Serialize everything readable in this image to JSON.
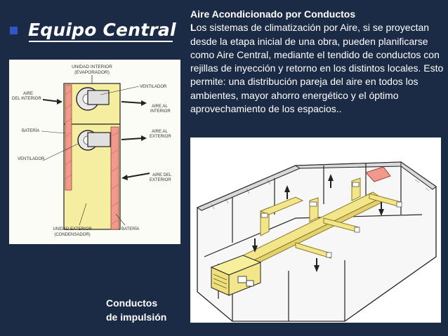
{
  "slide": {
    "title": "Equipo Central",
    "heading": "Aire Acondicionado por Conductos",
    "lead_letter": "L",
    "body": "os sistemas de climatización por Aire, si se proyectan desde la etapa inicial de una obra, pueden planificarse como Aire Central, mediante el tendido de conductos con rejillas de inyección y retorno en los distintos locales. Esto permite: una distribución pareja del aire en todos los ambientes, mayor ahorro energético y el óptimo aprovechamiento de los espacios..",
    "caption_line1": "Conductos",
    "caption_line2": "de impulsión"
  },
  "diagram_labels": {
    "unidad_interior_1": "UNIDAD INTERIOR",
    "unidad_interior_2": "(EVAPORADOR)",
    "aire_interior_1": "AIRE",
    "aire_interior_2": "DEL INTERIOR",
    "ventilador_top": "VENTILADOR",
    "aire_al_interior_1": "AIRE AL",
    "aire_al_interior_2": "INTERIOR",
    "bateria_left": "BATERÍA",
    "aire_al_exterior_1": "AIRE AL",
    "aire_al_exterior_2": "EXTERIOR",
    "ventilador_bottom": "VENTILADOR",
    "aire_del_exterior_1": "AIRE DEL",
    "aire_del_exterior_2": "EXTERIOR",
    "unidad_exterior_1": "UNIDAD EXTERIOR",
    "unidad_exterior_2": "(CONDENSADOR)",
    "bateria_right": "BATERÍA"
  },
  "colors": {
    "background": "#1c2b45",
    "bullet": "#2f56c8",
    "unit_fill": "#f5eda0",
    "battery_fill": "#f09a8c",
    "duct_fill": "#f3e58a"
  }
}
